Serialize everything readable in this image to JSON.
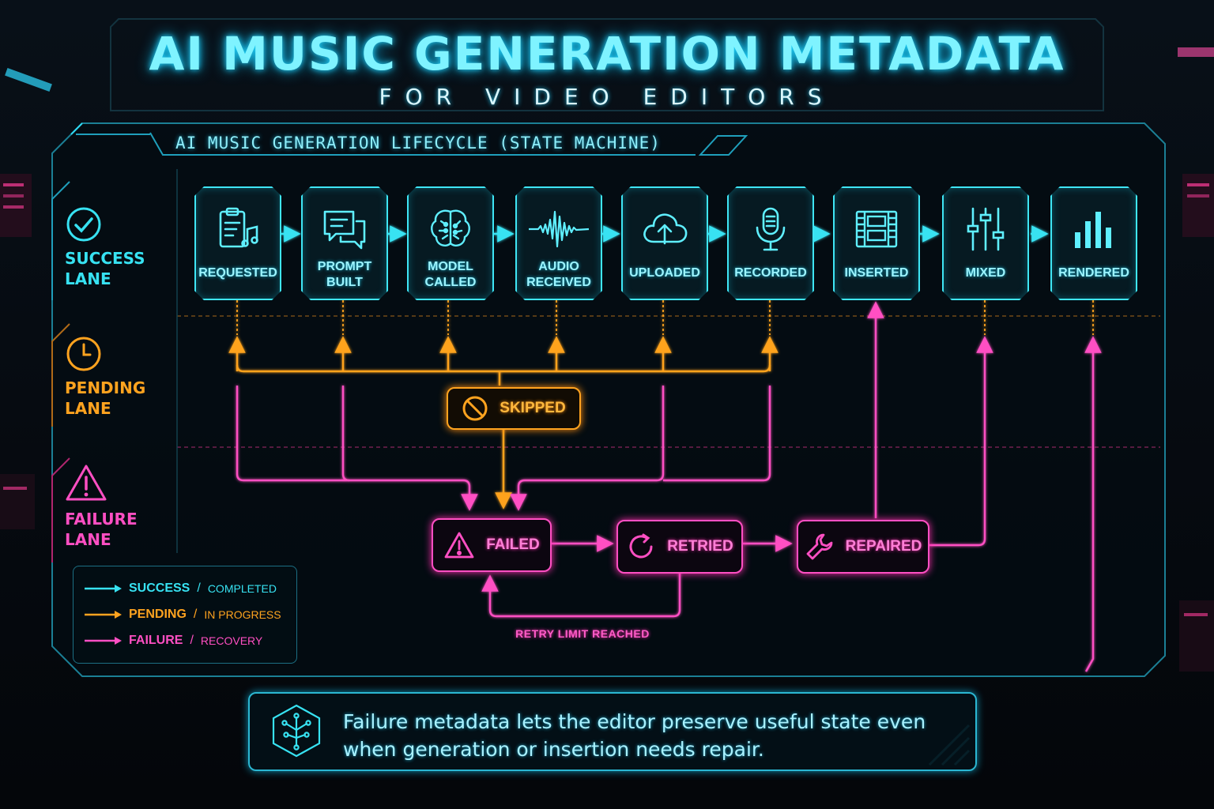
{
  "title": "AI MUSIC GENERATION METADATA",
  "subtitle": "FOR VIDEO EDITORS",
  "panel_title": "AI MUSIC GENERATION LIFECYCLE (STATE MACHINE)",
  "lanes": [
    {
      "label": "SUCCESS\nLANE",
      "icon": "check-circle-icon",
      "color": "#37e2f2"
    },
    {
      "label": "PENDING\nLANE",
      "icon": "clock-icon",
      "color": "#ffa31f"
    },
    {
      "label": "FAILURE\nLANE",
      "icon": "warning-icon",
      "color": "#ff4fc3"
    }
  ],
  "success_states": [
    {
      "label": "REQUESTED",
      "icon": "clipboard-music-icon"
    },
    {
      "label": "PROMPT\nBUILT",
      "icon": "chat-bubbles-icon"
    },
    {
      "label": "MODEL\nCALLED",
      "icon": "brain-icon"
    },
    {
      "label": "AUDIO\nRECEIVED",
      "icon": "waveform-icon"
    },
    {
      "label": "UPLOADED",
      "icon": "cloud-upload-icon"
    },
    {
      "label": "RECORDED",
      "icon": "microphone-icon"
    },
    {
      "label": "INSERTED",
      "icon": "film-strip-icon"
    },
    {
      "label": "MIXED",
      "icon": "mixer-sliders-icon"
    },
    {
      "label": "RENDERED",
      "icon": "bar-chart-icon"
    }
  ],
  "pending_state": {
    "label": "SKIPPED",
    "icon": "blocked-icon"
  },
  "failure_states": [
    {
      "label": "FAILED",
      "icon": "warning-icon"
    },
    {
      "label": "RETRIED",
      "icon": "retry-icon"
    },
    {
      "label": "REPAIRED",
      "icon": "wrench-icon"
    }
  ],
  "retry_limit_label": "RETRY LIMIT REACHED",
  "legend": [
    {
      "key": "SUCCESS",
      "desc": "COMPLETED",
      "color": "#37e2f2"
    },
    {
      "key": "PENDING",
      "desc": "IN PROGRESS",
      "color": "#ffa31f"
    },
    {
      "key": "FAILURE",
      "desc": "RECOVERY",
      "color": "#ff4fc3"
    }
  ],
  "note": {
    "icon": "circuit-hexagon-icon",
    "text": "Failure metadata lets the editor preserve useful state even when generation or insertion needs repair."
  },
  "colors": {
    "success": "#37e2f2",
    "pending": "#ffa31f",
    "failure": "#ff4fc3",
    "background": "#05080c"
  }
}
